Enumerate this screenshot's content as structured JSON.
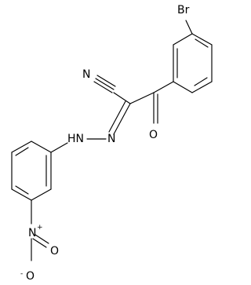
{
  "molecule": {
    "atoms": {
      "bromine": "Br",
      "nitrile_nitrogen": "N",
      "carbonyl_oxygen": "O",
      "hydrazone_nitrogen": "N",
      "amine_nh": "HN",
      "nitro_nitrogen": "N",
      "nitro_oxygen_top": "O",
      "nitro_oxygen_bottom": "O"
    },
    "charges": {
      "nitro_nitrogen": "+",
      "nitro_oxygen_bottom": "-"
    }
  }
}
